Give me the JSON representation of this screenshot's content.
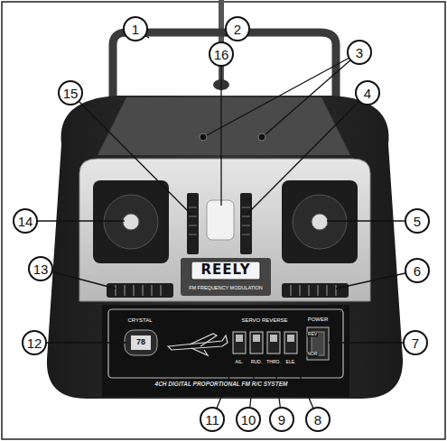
{
  "diagram": {
    "nodes": [
      {
        "text": [
          "1"
        ]
      },
      {
        "text": [
          "2"
        ]
      },
      {
        "text": [
          "3"
        ]
      },
      {
        "text": [
          "16"
        ]
      },
      {
        "text": [
          "15"
        ]
      },
      {
        "text": [
          "4"
        ]
      },
      {
        "text": [
          "14"
        ]
      },
      {
        "text": [
          "5"
        ]
      },
      {
        "text": [
          "13"
        ]
      },
      {
        "text": [
          "6"
        ]
      },
      {
        "text": [
          "12"
        ]
      },
      {
        "text": [
          "7"
        ]
      },
      {
        "text": [
          "11"
        ]
      },
      {
        "text": [
          "10"
        ]
      },
      {
        "text": [
          "9"
        ]
      },
      {
        "text": [
          "8"
        ]
      }
    ],
    "labels": [
      "REELY",
      "FM FREQUENCY MODULATION",
      "CRYSTAL",
      "78",
      "SERVO REVERSE",
      "AIL.",
      "RUD.",
      "THRO.",
      "ELE.",
      "REV",
      "NOR",
      "POWER",
      "4CH DIGITAL PROPORTIONAL FM R/C SYSTEM"
    ]
  }
}
